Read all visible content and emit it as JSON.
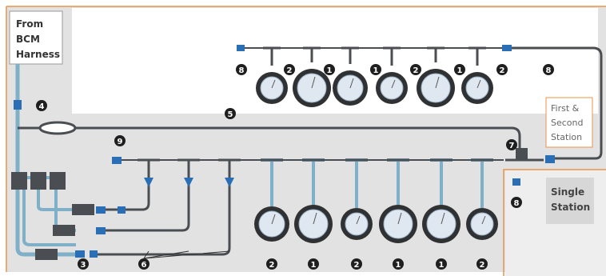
{
  "labels": {
    "from_bcm": [
      "From",
      "BCM",
      "Harness"
    ],
    "first_second": [
      "First &",
      "Second",
      "Station"
    ],
    "single": [
      "Single",
      "Station"
    ]
  },
  "callouts": {
    "top_row": [
      "8",
      "2",
      "1",
      "1",
      "2",
      "1",
      "2",
      "8"
    ],
    "bottom_row": [
      "2",
      "1",
      "2",
      "1",
      "1",
      "2"
    ],
    "left_4": "4",
    "trunk_5": "5",
    "junction_7": "7",
    "valve_9": "9",
    "single_8": "8",
    "group_3": "3",
    "group_6": "6"
  },
  "colors": {
    "orange_border": "#e8934a",
    "panel_gray": "#dcdcdc",
    "hose_blue": "#7fb0c8",
    "hose_dark": "#4a4d52",
    "connector_blue": "#2a6fb5",
    "gauge_dark": "#2f3133",
    "gauge_face": "#dfe8f0"
  }
}
